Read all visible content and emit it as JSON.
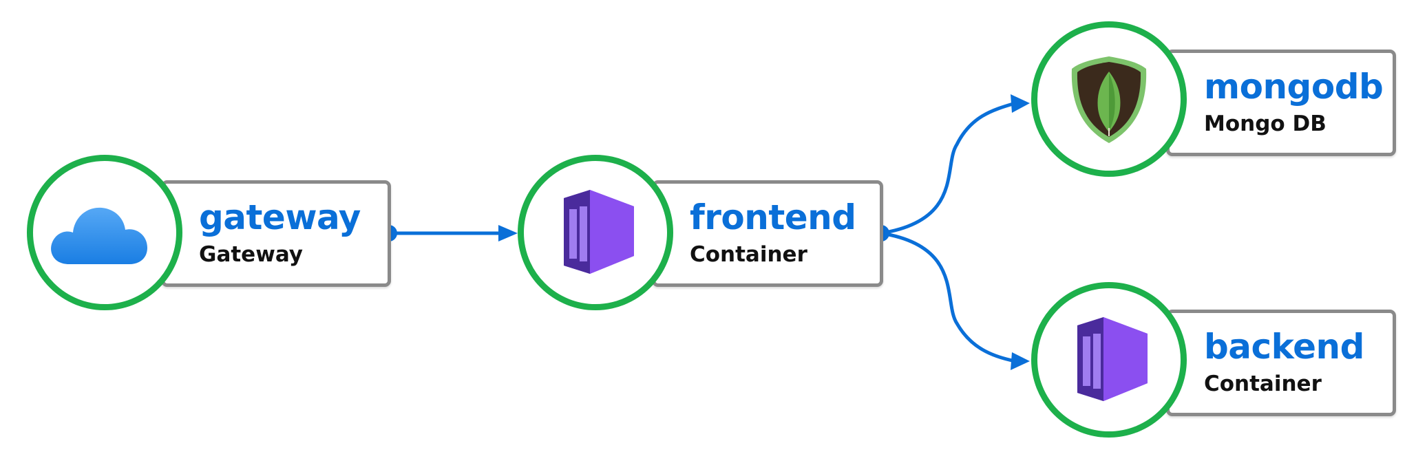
{
  "colors": {
    "ring": "#1db04b",
    "edge": "#0a6fd8",
    "title_text": "#0a6fd8",
    "card_border": "#8a8a8a"
  },
  "nodes": [
    {
      "id": "gateway",
      "name": "gateway",
      "type": "Gateway",
      "icon": "cloud-icon"
    },
    {
      "id": "frontend",
      "name": "frontend",
      "type": "Container",
      "icon": "container-icon"
    },
    {
      "id": "mongodb",
      "name": "mongodb",
      "type": "Mongo DB",
      "icon": "mongodb-leaf-icon"
    },
    {
      "id": "backend",
      "name": "backend",
      "type": "Container",
      "icon": "container-icon"
    }
  ],
  "edges": [
    {
      "from": "gateway",
      "to": "frontend"
    },
    {
      "from": "frontend",
      "to": "mongodb"
    },
    {
      "from": "frontend",
      "to": "backend"
    }
  ]
}
